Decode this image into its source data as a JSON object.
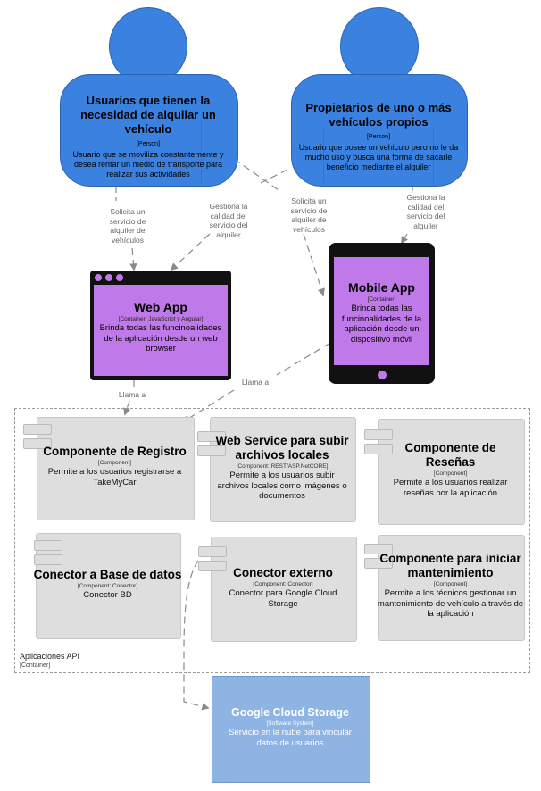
{
  "persons": [
    {
      "id": "renter",
      "title": "Usuarios que tienen la necesidad de alquilar un vehículo",
      "type": "[Person]",
      "description": "Usuario que se moviliza constantemente y desea rentar un medio de transporte para realizar sus actividades"
    },
    {
      "id": "owner",
      "title": "Propietarios de uno o más vehículos propios",
      "type": "[Person]",
      "description": "Usuario que posee un vehiculo pero no le da mucho uso y busca una forma de sacarle beneficio mediante el alquiler"
    }
  ],
  "webapp": {
    "title": "Web App",
    "type": "[Container: JavaScript y Angular]",
    "description": "Brinda todas las funcinoalidades de la aplicación desde un web browser"
  },
  "mobileapp": {
    "title": "Mobile App",
    "type": "[Container]",
    "description": "Brinda todas las funcinoalidades de la aplicación desde un dispositivo móvil"
  },
  "boundary": {
    "title": "Aplicaciones API",
    "type": "[Container]"
  },
  "components": {
    "registro": {
      "title": "Componente de Registro",
      "type": "[Component]",
      "description": "Permite a los usuarios registrarse a TakeMyCar"
    },
    "webservice": {
      "title": "Web Service para subir archivos locales",
      "type": "[Component: REST/ASP.NetCORE]",
      "description": "Permite a los usuarios subir archivos locales como imágenes o documentos"
    },
    "resenas": {
      "title": "Componente de Reseñas",
      "type": "[Component]",
      "description": "Permite a los usuarios realizar reseñas por la aplicación"
    },
    "conector_bd": {
      "title": "Conector a Base de datos",
      "type": "[Component: Conector]",
      "description": "Conector BD"
    },
    "conector_externo": {
      "title": "Conector externo",
      "type": "[Component: Conector]",
      "description": "Conector para Google Cloud Storage"
    },
    "mantenimiento": {
      "title": "Componente para iniciar mantenimiento",
      "type": "[Component]",
      "description": "Permite a los técnicos gestionar un mantenimiento de vehículo a través de la aplicación"
    }
  },
  "gcs": {
    "title": "Google Cloud Storage",
    "type": "[Software System]",
    "description": "Servicio en la nube para vincular datos de usuarios"
  },
  "edges": {
    "renter_to_web": "Solicita un servicio de alquiler de vehículos",
    "owner_to_web": "Gestiona la calidad del servicio del alquiler",
    "renter_to_mobile": "Solicita un servicio de alquiler de vehículos",
    "owner_to_mobile": "Gestiona la calidad del servicio del alquiler",
    "web_to_api": "Llama a",
    "mobile_to_api": "Llama a"
  },
  "colors": {
    "person": "#3b82e0",
    "container": "#c079e8",
    "component": "#dedede",
    "external_system": "#8db4e2"
  }
}
